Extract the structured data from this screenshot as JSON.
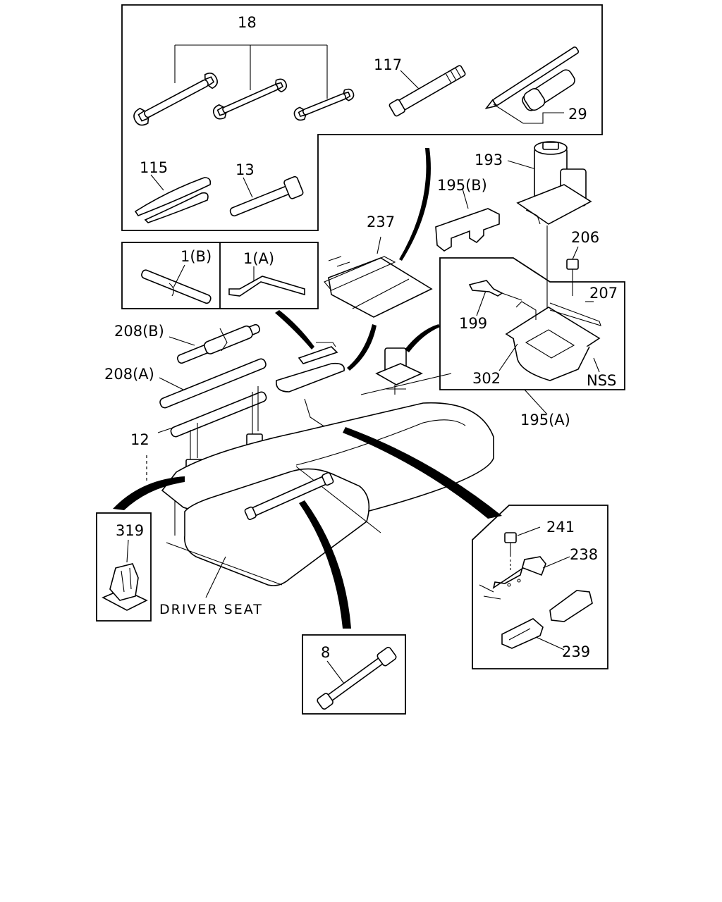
{
  "diagram": {
    "labels": {
      "p18": "18",
      "p117": "117",
      "p29": "29",
      "p115": "115",
      "p13": "13",
      "p193": "193",
      "p195b": "195(B)",
      "p237": "237",
      "p206": "206",
      "p207": "207",
      "p199": "199",
      "p302": "302",
      "nss": "NSS",
      "p195a": "195(A)",
      "p1b": "1(B)",
      "p1a": "1(A)",
      "p208b": "208(B)",
      "p208a": "208(A)",
      "p12": "12",
      "p319": "319",
      "driver_seat": "DRIVER SEAT",
      "p241": "241",
      "p238": "238",
      "p239": "239",
      "p8": "8"
    }
  }
}
